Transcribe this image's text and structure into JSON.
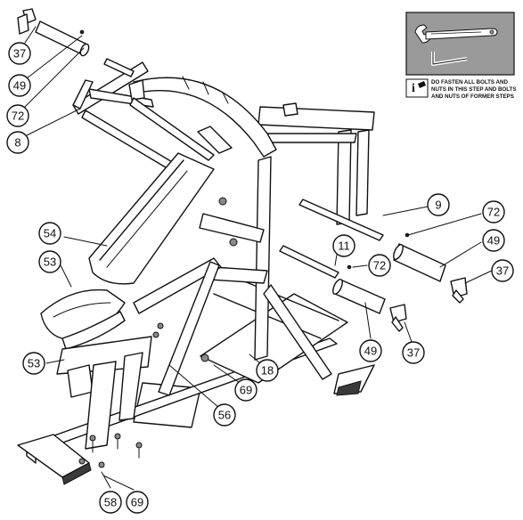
{
  "note": {
    "line1": "DO FASTEN ALL BOLTS AND",
    "line2": "NUTS IN THIS STEP AND BOLTS",
    "line3": "AND NUTS OF FORMER STEPS"
  },
  "callouts": [
    {
      "id": "c37a",
      "label": "37"
    },
    {
      "id": "c49a",
      "label": "49"
    },
    {
      "id": "c72a",
      "label": "72"
    },
    {
      "id": "c8",
      "label": "8"
    },
    {
      "id": "c54",
      "label": "54"
    },
    {
      "id": "c53a",
      "label": "53"
    },
    {
      "id": "c53b",
      "label": "53"
    },
    {
      "id": "c9",
      "label": "9"
    },
    {
      "id": "c72b",
      "label": "72"
    },
    {
      "id": "c49b",
      "label": "49"
    },
    {
      "id": "c11",
      "label": "11"
    },
    {
      "id": "c72c",
      "label": "72"
    },
    {
      "id": "c37b",
      "label": "37"
    },
    {
      "id": "c49c",
      "label": "49"
    },
    {
      "id": "c37c",
      "label": "37"
    },
    {
      "id": "c18",
      "label": "18"
    },
    {
      "id": "c69a",
      "label": "69"
    },
    {
      "id": "c56",
      "label": "56"
    },
    {
      "id": "c58",
      "label": "58"
    },
    {
      "id": "c69b",
      "label": "69"
    }
  ]
}
